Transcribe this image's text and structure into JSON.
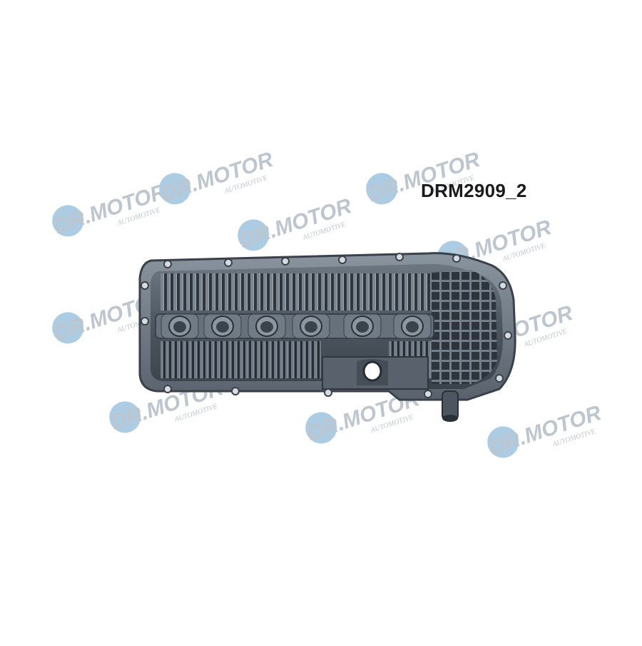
{
  "product": {
    "code": "DRM2909_2",
    "subject": "valve cover"
  },
  "watermark": {
    "brand": "DR.MOTOR",
    "subtitle": "AUTOMOTIVE",
    "color": "#2f7fb8",
    "opacity": 0.35
  },
  "colors": {
    "cover_body": "#5b6470",
    "cover_dark": "#2a3038",
    "cover_light": "#7d8893",
    "background": "#ffffff"
  }
}
